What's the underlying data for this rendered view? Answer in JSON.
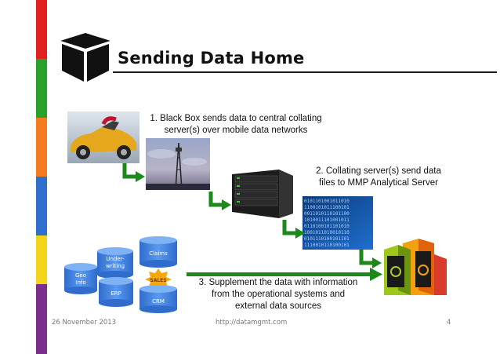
{
  "slide": {
    "title": "Sending Data Home",
    "page_number": "4"
  },
  "steps": {
    "step1_line1": "1. Black Box sends data to central collating",
    "step1_line2": "server(s) over mobile data networks",
    "step2_line1": "2. Collating server(s) send data",
    "step2_line2": "files to MMP Analytical Server",
    "step3_line1": "3. Supplement the data with information",
    "step3_line2": "from the operational systems and",
    "step3_line3": "external data sources"
  },
  "databases": {
    "geo_line1": "Geo",
    "geo_line2": "Info",
    "under_line1": "Under-",
    "under_line2": "writing",
    "erp": "ERP",
    "claims": "Claims",
    "crm": "CRM",
    "badge": "SALES"
  },
  "footer": {
    "date": "26 November 2013",
    "url": "http://datamgmt.com"
  },
  "colors": {
    "stripe": [
      "#e0201c",
      "#28a12a",
      "#f47b20",
      "#2f6fce",
      "#f3d619",
      "#7b2d8e"
    ],
    "arrow_green": "#1b8a1b",
    "cylinder_blue": "#3a7ed6",
    "title_rule": "#1a1a1a"
  }
}
